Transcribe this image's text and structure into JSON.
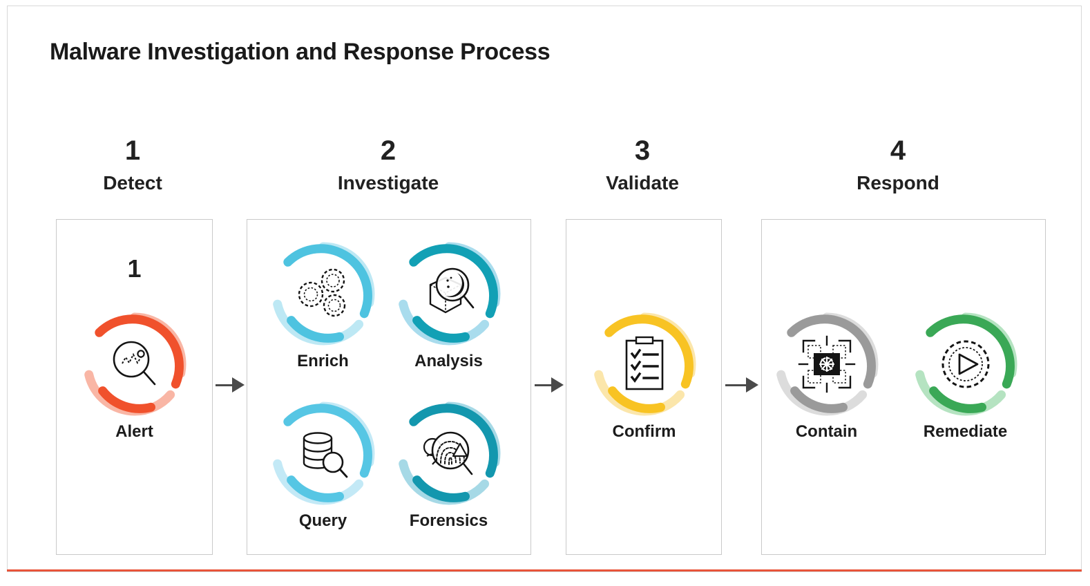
{
  "slide": {
    "title": "Malware Investigation and Response Process",
    "accent_color": "#e8543a",
    "border_color": "#d8d8d8",
    "background": "#ffffff"
  },
  "arrows": [
    {
      "name": "arrow-detect-to-investigate"
    },
    {
      "name": "arrow-investigate-to-validate"
    },
    {
      "name": "arrow-validate-to-respond"
    }
  ],
  "steps": [
    {
      "number": "1",
      "name": "Detect",
      "inner_number": "1",
      "nodes": [
        {
          "label": "Alert",
          "icon": "magnifier-waveform-icon",
          "color": "#f0512c",
          "color_light": "#f9b6a5"
        }
      ]
    },
    {
      "number": "2",
      "name": "Investigate",
      "inner_number": "",
      "nodes": [
        {
          "label": "Enrich",
          "icon": "gears-icon",
          "color": "#4ec3e0",
          "color_light": "#bde8f4"
        },
        {
          "label": "Analysis",
          "icon": "cube-magnifier-icon",
          "color": "#12a0b5",
          "color_light": "#a9dced"
        },
        {
          "label": "Query",
          "icon": "database-magnifier-icon",
          "color": "#56c6e4",
          "color_light": "#c3e9f6"
        },
        {
          "label": "Forensics",
          "icon": "fingerprint-magnifier-icon",
          "color": "#1397ae",
          "color_light": "#a6d9e6"
        }
      ]
    },
    {
      "number": "3",
      "name": "Validate",
      "inner_number": "",
      "nodes": [
        {
          "label": "Confirm",
          "icon": "clipboard-checklist-icon",
          "color": "#f8c323",
          "color_light": "#fbe6ab"
        }
      ]
    },
    {
      "number": "4",
      "name": "Respond",
      "inner_number": "",
      "nodes": [
        {
          "label": "Contain",
          "icon": "crosshair-virus-box-icon",
          "color": "#9a9a9a",
          "color_light": "#dcdcdc"
        },
        {
          "label": "Remediate",
          "icon": "gear-play-icon",
          "color": "#3aa council",
          "color_light": "#b5e3c1"
        }
      ]
    }
  ]
}
